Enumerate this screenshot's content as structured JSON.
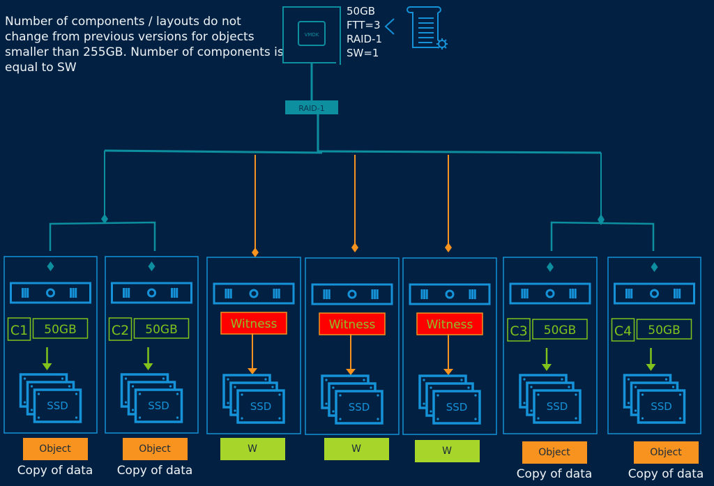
{
  "note": "Number of components / layouts do not change from previous versions for objects smaller than 255GB. Number of components is equal to SW",
  "vmdk": {
    "label": "VMDK",
    "icon": "vmdk-disk-icon",
    "specs": [
      "50GB",
      "FTT=3",
      "RAID-1",
      "SW=1"
    ],
    "policy_icon": "storage-policy-document-gear-icon"
  },
  "raid_node": "RAID-1",
  "colors": {
    "background": "#022142",
    "teal": "#0e8fa0",
    "host_blue": "#1592d8",
    "data_green": "#7fc31c",
    "witness_red": "#ff0000",
    "witness_orange": "#f7931e",
    "object_orange": "#f7931e",
    "w_green": "#a8d52a"
  },
  "hosts": [
    {
      "type": "data",
      "component": "C1",
      "size": "50GB",
      "disk": "SSD",
      "footer_tag": "Object",
      "footer_caption": "Copy of data"
    },
    {
      "type": "data",
      "component": "C2",
      "size": "50GB",
      "disk": "SSD",
      "footer_tag": "Object",
      "footer_caption": "Copy of data"
    },
    {
      "type": "witness",
      "component": "Witness",
      "disk": "SSD",
      "footer_tag": "W"
    },
    {
      "type": "witness",
      "component": "Witness",
      "disk": "SSD",
      "footer_tag": "W"
    },
    {
      "type": "witness",
      "component": "Witness",
      "disk": "SSD",
      "footer_tag": "W"
    },
    {
      "type": "data",
      "component": "C3",
      "size": "50GB",
      "disk": "SSD",
      "footer_tag": "Object",
      "footer_caption": "Copy of data"
    },
    {
      "type": "data",
      "component": "C4",
      "size": "50GB",
      "disk": "SSD",
      "footer_tag": "Object",
      "footer_caption": "Copy of data"
    }
  ]
}
